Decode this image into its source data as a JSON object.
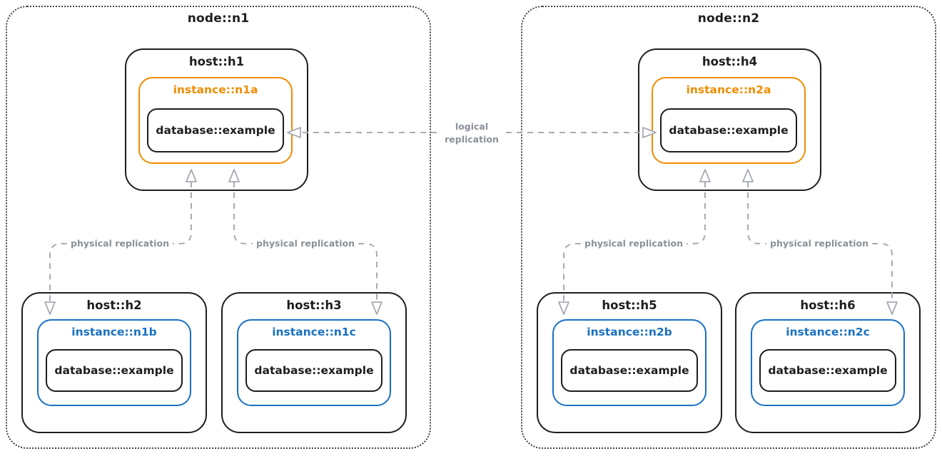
{
  "colors": {
    "stroke": "#1e1e1e",
    "orange": "#f08c00",
    "blue": "#1971c2",
    "arrow": "#a6abb2",
    "graylabel": "#8a9199",
    "nodeborder": "#3f4449",
    "bg": "#ffffff"
  },
  "nodes": [
    {
      "label": "node::n1",
      "hosts": [
        {
          "label": "host::h1",
          "instance": {
            "label": "instance::n1a",
            "database": "database::example"
          }
        },
        {
          "label": "host::h2",
          "instance": {
            "label": "instance::n1b",
            "database": "database::example"
          }
        },
        {
          "label": "host::h3",
          "instance": {
            "label": "instance::n1c",
            "database": "database::example"
          }
        }
      ]
    },
    {
      "label": "node::n2",
      "hosts": [
        {
          "label": "host::h4",
          "instance": {
            "label": "instance::n2a",
            "database": "database::example"
          }
        },
        {
          "label": "host::h5",
          "instance": {
            "label": "instance::n2b",
            "database": "database::example"
          }
        },
        {
          "label": "host::h6",
          "instance": {
            "label": "instance::n2c",
            "database": "database::example"
          }
        }
      ]
    }
  ],
  "edges": {
    "logical_label_line1": "logical",
    "logical_label_line2": "replication",
    "physical_labels": [
      "physical replication",
      "physical replication",
      "physical replication",
      "physical replication"
    ]
  }
}
